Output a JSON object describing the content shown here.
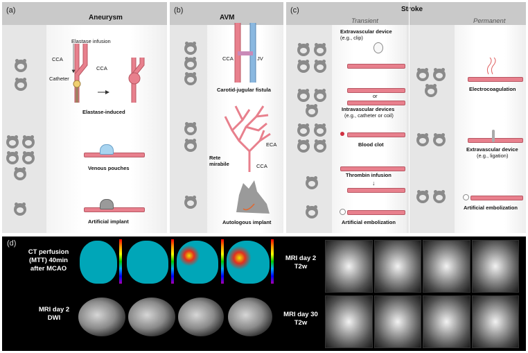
{
  "panel_a": {
    "label": "(a)",
    "title": "Aneurysm",
    "elastase_infusion": "Elastase infusion",
    "cca_left": "CCA",
    "cca_right": "CCA",
    "catheter": "Catheter",
    "elastase_induced": "Elastase-induced",
    "venous_pouches": "Venous pouches",
    "artificial_implant": "Artificial implant"
  },
  "panel_b": {
    "label": "(b)",
    "title": "AVM",
    "cca": "CCA",
    "jv": "JV",
    "carotid_jugular_fistula": "Carotid-jugular fistula",
    "rete": "Rete",
    "mirabile": "mirabile",
    "eca": "ECA",
    "cca_lower": "CCA",
    "autologous_implant": "Autologous implant"
  },
  "panel_c": {
    "label": "(c)",
    "title": "Stroke",
    "transient": "Transient",
    "permanent": "Permanent",
    "extravascular_device": "Extravascular device",
    "extravascular_device_eg": "(e.g., clip)",
    "or": "or",
    "intravascular_devices": "Intravascular devices",
    "intravascular_devices_eg": "(e.g., catheter or coil)",
    "blood_clot": "Blood clot",
    "thrombin_infusion": "Thrombin infusion",
    "artificial_embolization": "Artificial embolization",
    "electrocoagulation": "Electrocoagulation",
    "extravascular_device_perm": "Extravascular device",
    "extravascular_device_perm_eg": "(e.g., ligation)",
    "artificial_embolization_perm": "Artificial embolization"
  },
  "panel_d": {
    "label": "(d)",
    "ct_line1": "CT perfusion",
    "ct_line2": "(MTT) 40min",
    "ct_line3": "after MCAO",
    "dwi_line1": "MRI day 2",
    "dwi_line2": "DWI",
    "t2_day2_line1": "MRI day 2",
    "t2_day2_line2": "T2w",
    "t2_day30_line1": "MRI day 30",
    "t2_day30_line2": "T2w"
  },
  "colors": {
    "vessel": "#e8808d",
    "panel_bg": "#e6e6e6",
    "header_bg": "#c9c9c9",
    "ct_tissue": "#00a6b8"
  },
  "icons": [
    "animal-head-icon",
    "rabbit-icon",
    "pig-icon",
    "sheep-icon",
    "monkey-icon",
    "dog-icon",
    "cat-icon"
  ]
}
